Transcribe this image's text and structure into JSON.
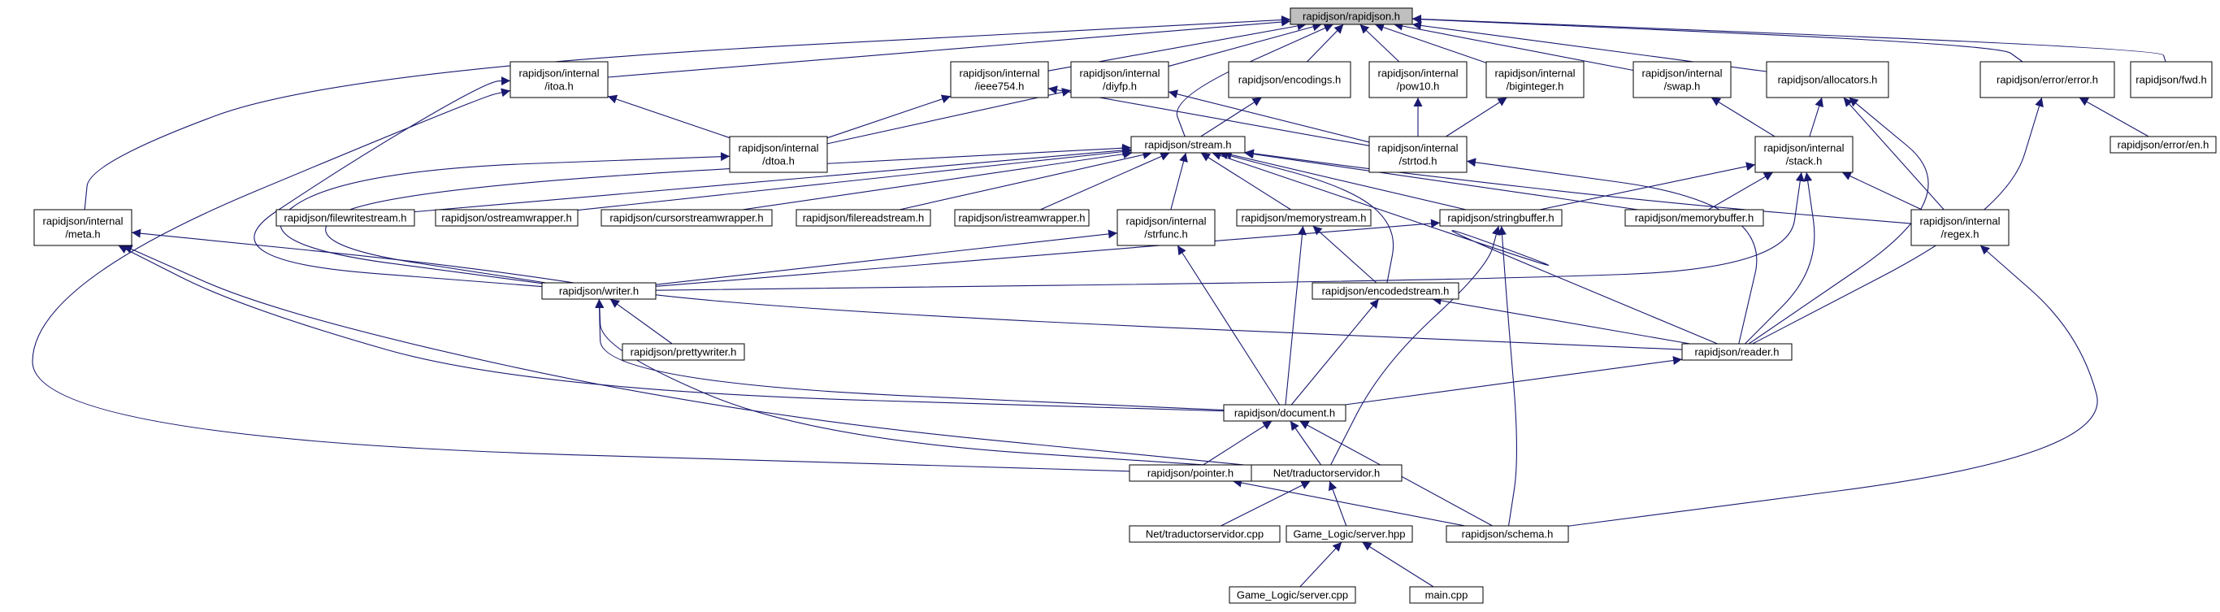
{
  "colors": {
    "edge": "#191970",
    "node_border": "#000000",
    "node_fill": "#ffffff",
    "root_fill": "#bfbfbf"
  },
  "nodes": {
    "rapidjson_h": {
      "lines": [
        "rapidjson/rapidjson.h"
      ],
      "root": true
    },
    "internal_itoa": {
      "lines": [
        "rapidjson/internal",
        "/itoa.h"
      ]
    },
    "internal_ieee754": {
      "lines": [
        "rapidjson/internal",
        "/ieee754.h"
      ]
    },
    "internal_diyfp": {
      "lines": [
        "rapidjson/internal",
        "/diyfp.h"
      ]
    },
    "encodings": {
      "lines": [
        "rapidjson/encodings.h"
      ]
    },
    "internal_pow10": {
      "lines": [
        "rapidjson/internal",
        "/pow10.h"
      ]
    },
    "internal_biginteger": {
      "lines": [
        "rapidjson/internal",
        "/biginteger.h"
      ]
    },
    "internal_swap": {
      "lines": [
        "rapidjson/internal",
        "/swap.h"
      ]
    },
    "allocators": {
      "lines": [
        "rapidjson/allocators.h"
      ]
    },
    "error_error": {
      "lines": [
        "rapidjson/error/error.h"
      ]
    },
    "fwd": {
      "lines": [
        "rapidjson/fwd.h"
      ]
    },
    "internal_dtoa": {
      "lines": [
        "rapidjson/internal",
        "/dtoa.h"
      ]
    },
    "stream": {
      "lines": [
        "rapidjson/stream.h"
      ]
    },
    "internal_strtod": {
      "lines": [
        "rapidjson/internal",
        "/strtod.h"
      ]
    },
    "internal_stack": {
      "lines": [
        "rapidjson/internal",
        "/stack.h"
      ]
    },
    "error_en": {
      "lines": [
        "rapidjson/error/en.h"
      ]
    },
    "internal_meta": {
      "lines": [
        "rapidjson/internal",
        "/meta.h"
      ]
    },
    "filewritestream": {
      "lines": [
        "rapidjson/filewritestream.h"
      ]
    },
    "ostreamwrapper": {
      "lines": [
        "rapidjson/ostreamwrapper.h"
      ]
    },
    "cursorstreamwrapper": {
      "lines": [
        "rapidjson/cursorstreamwrapper.h"
      ]
    },
    "filereadstream": {
      "lines": [
        "rapidjson/filereadstream.h"
      ]
    },
    "istreamwrapper": {
      "lines": [
        "rapidjson/istreamwrapper.h"
      ]
    },
    "internal_strfunc": {
      "lines": [
        "rapidjson/internal",
        "/strfunc.h"
      ]
    },
    "memorystream": {
      "lines": [
        "rapidjson/memorystream.h"
      ]
    },
    "stringbuffer": {
      "lines": [
        "rapidjson/stringbuffer.h"
      ]
    },
    "memorybuffer": {
      "lines": [
        "rapidjson/memorybuffer.h"
      ]
    },
    "internal_regex": {
      "lines": [
        "rapidjson/internal",
        "/regex.h"
      ]
    },
    "writer": {
      "lines": [
        "rapidjson/writer.h"
      ]
    },
    "encodedstream": {
      "lines": [
        "rapidjson/encodedstream.h"
      ]
    },
    "prettywriter": {
      "lines": [
        "rapidjson/prettywriter.h"
      ]
    },
    "reader": {
      "lines": [
        "rapidjson/reader.h"
      ]
    },
    "document": {
      "lines": [
        "rapidjson/document.h"
      ]
    },
    "pointer": {
      "lines": [
        "rapidjson/pointer.h"
      ]
    },
    "traductorservidor_h": {
      "lines": [
        "Net/traductorservidor.h"
      ]
    },
    "schema": {
      "lines": [
        "rapidjson/schema.h"
      ]
    },
    "traductorservidor_cpp": {
      "lines": [
        "Net/traductorservidor.cpp"
      ]
    },
    "server_hpp": {
      "lines": [
        "Game_Logic/server.hpp"
      ]
    },
    "server_cpp": {
      "lines": [
        "Game_Logic/server.cpp"
      ]
    },
    "main_cpp": {
      "lines": [
        "main.cpp"
      ]
    }
  },
  "edges": [
    [
      "internal_itoa",
      "rapidjson_h"
    ],
    [
      "internal_ieee754",
      "rapidjson_h"
    ],
    [
      "internal_diyfp",
      "rapidjson_h"
    ],
    [
      "encodings",
      "rapidjson_h"
    ],
    [
      "internal_pow10",
      "rapidjson_h"
    ],
    [
      "internal_biginteger",
      "rapidjson_h"
    ],
    [
      "internal_swap",
      "rapidjson_h"
    ],
    [
      "allocators",
      "rapidjson_h"
    ],
    [
      "error_error",
      "rapidjson_h"
    ],
    [
      "fwd",
      "rapidjson_h"
    ],
    [
      "stream",
      "rapidjson_h"
    ],
    [
      "internal_meta",
      "rapidjson_h"
    ],
    [
      "internal_dtoa",
      "internal_itoa"
    ],
    [
      "internal_dtoa",
      "internal_ieee754"
    ],
    [
      "internal_dtoa",
      "internal_diyfp"
    ],
    [
      "internal_strtod",
      "internal_ieee754"
    ],
    [
      "internal_strtod",
      "internal_diyfp"
    ],
    [
      "internal_strtod",
      "internal_pow10"
    ],
    [
      "internal_strtod",
      "internal_biginteger"
    ],
    [
      "stream",
      "encodings"
    ],
    [
      "internal_stack",
      "internal_swap"
    ],
    [
      "internal_stack",
      "allocators"
    ],
    [
      "internal_regex",
      "allocators"
    ],
    [
      "internal_regex",
      "internal_stack"
    ],
    [
      "internal_regex",
      "stream"
    ],
    [
      "error_en",
      "error_error"
    ],
    [
      "reader",
      "error_error"
    ],
    [
      "reader",
      "allocators"
    ],
    [
      "reader",
      "internal_stack"
    ],
    [
      "reader",
      "internal_strtod"
    ],
    [
      "reader",
      "stream"
    ],
    [
      "reader",
      "encodedstream"
    ],
    [
      "reader",
      "internal_meta"
    ],
    [
      "filewritestream",
      "stream"
    ],
    [
      "ostreamwrapper",
      "stream"
    ],
    [
      "cursorstreamwrapper",
      "stream"
    ],
    [
      "filereadstream",
      "stream"
    ],
    [
      "istreamwrapper",
      "stream"
    ],
    [
      "internal_strfunc",
      "stream"
    ],
    [
      "memorystream",
      "stream"
    ],
    [
      "stringbuffer",
      "stream"
    ],
    [
      "memorybuffer",
      "stream"
    ],
    [
      "encodedstream",
      "stream"
    ],
    [
      "encodedstream",
      "memorystream"
    ],
    [
      "stringbuffer",
      "internal_stack"
    ],
    [
      "memorybuffer",
      "internal_stack"
    ],
    [
      "writer",
      "stream"
    ],
    [
      "writer",
      "internal_itoa"
    ],
    [
      "writer",
      "internal_dtoa"
    ],
    [
      "writer",
      "internal_strfunc"
    ],
    [
      "writer",
      "stringbuffer"
    ],
    [
      "writer",
      "internal_stack"
    ],
    [
      "prettywriter",
      "writer"
    ],
    [
      "document",
      "reader"
    ],
    [
      "document",
      "encodedstream"
    ],
    [
      "document",
      "memorystream"
    ],
    [
      "document",
      "internal_strfunc"
    ],
    [
      "document",
      "internal_meta"
    ],
    [
      "document",
      "writer"
    ],
    [
      "pointer",
      "document"
    ],
    [
      "pointer",
      "internal_itoa"
    ],
    [
      "traductorservidor_h",
      "document"
    ],
    [
      "traductorservidor_h",
      "stringbuffer"
    ],
    [
      "traductorservidor_h",
      "writer"
    ],
    [
      "traductorservidor_h",
      "internal_meta"
    ],
    [
      "schema",
      "document"
    ],
    [
      "schema",
      "pointer"
    ],
    [
      "schema",
      "stringbuffer"
    ],
    [
      "schema",
      "internal_regex"
    ],
    [
      "traductorservidor_cpp",
      "traductorservidor_h"
    ],
    [
      "server_hpp",
      "traductorservidor_h"
    ],
    [
      "server_cpp",
      "server_hpp"
    ],
    [
      "main_cpp",
      "server_hpp"
    ]
  ]
}
